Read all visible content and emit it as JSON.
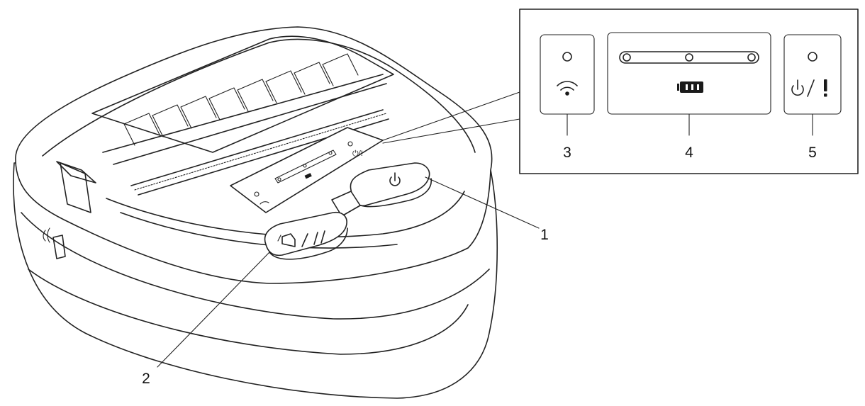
{
  "callouts": {
    "power_button": "1",
    "feed_pause_button": "2",
    "wireless_indicator": "3",
    "battery_indicator": "4",
    "power_error_indicator": "5"
  },
  "icons": {
    "wireless": "wifi-icon",
    "battery": "battery-icon",
    "power": "power-icon",
    "error": "exclamation-icon",
    "feed": "paper-feed-icon",
    "pause": "pause-icon",
    "nfc": "nfc-icon"
  },
  "colors": {
    "line": "#222222",
    "background": "#ffffff"
  }
}
